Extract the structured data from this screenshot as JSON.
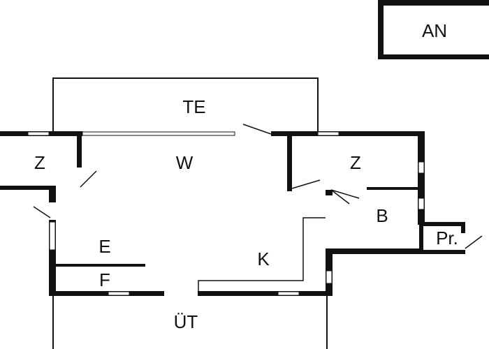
{
  "colors": {
    "wall": "#111111",
    "background": "#ffffff"
  },
  "rooms": {
    "an": "AN",
    "te": "TE",
    "z_left": "Z",
    "w": "W",
    "z_right": "Z",
    "b": "B",
    "pr": "Pr.",
    "e": "E",
    "k": "K",
    "f": "F",
    "ut": "ÜT"
  }
}
